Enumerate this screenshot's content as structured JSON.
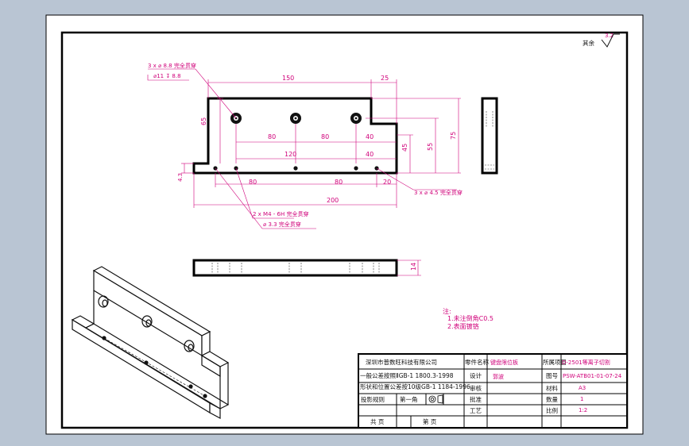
{
  "roughness": {
    "label": "其余",
    "value": "3.2"
  },
  "front_view": {
    "dims": {
      "d150": "150",
      "d25": "25",
      "d65": "65",
      "d75": "75",
      "d55": "55",
      "d45": "45",
      "d80a": "80",
      "d80b": "80",
      "d40a": "40",
      "d120": "120",
      "d40b": "40",
      "d8a": "80",
      "d8b": "80",
      "d20": "20",
      "d200": "200",
      "d43": "4.3"
    },
    "callouts": {
      "top_a": "3 x  ⌀ 8.8 完全贯穿",
      "top_b": "⌀11  ↧ 8.8",
      "right": "3 x  ⌀ 4.5 完全贯穿",
      "bottom_a": "2 x  M4 - 6H 完全贯穿",
      "bottom_b": "⌀ 3.3 完全贯穿"
    }
  },
  "bottom_view": {
    "dim_height": "14"
  },
  "notes": {
    "title": "注:",
    "items": [
      "1.未注倒角C0.5",
      "2.表面镀铬"
    ]
  },
  "title_block": {
    "company": "深圳市普数旺科技有限公司",
    "std1": "一般公差按照ⅡGB-1 1800.3-1998",
    "std2": "形状和位置公差按10级GB-1 1184-1996",
    "projection": "投影规则",
    "view_mark": "第一角",
    "sheet_total": "共    页",
    "sheet_num": "第    页",
    "part_name_label": "零件名称",
    "part_name": "键盘限位板",
    "design_label": "设计",
    "design_val": "郭波",
    "check_label": "审核",
    "approve_label": "批准",
    "process_label": "工艺",
    "project_label": "所属项目",
    "project_val": "D-2501等离子切割",
    "drawing_no_label": "图号",
    "drawing_no": "PSW-ATB01-01-07-24",
    "material_label": "材料",
    "material_val": "A3",
    "qty_label": "数量",
    "qty_val": "1",
    "scale_label": "比例",
    "scale_val": "1:2"
  }
}
